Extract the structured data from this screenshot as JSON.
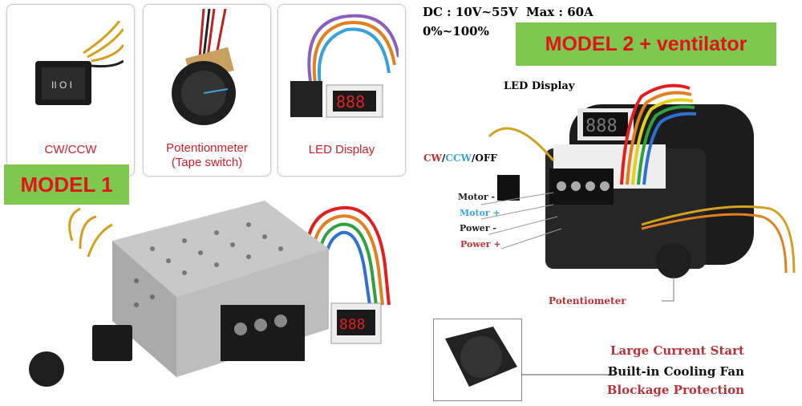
{
  "model1": {
    "title": "MODEL 1",
    "cards": [
      {
        "label": "CW/CCW"
      },
      {
        "label": "Potentionmeter",
        "sublabel": "(Tape switch)"
      },
      {
        "label": "LED Display"
      }
    ]
  },
  "model2": {
    "specs_line1": "DC : 10V~55V  Max : 60A",
    "specs_line2": "0%~100%",
    "title": "MODEL 2 + ventilator",
    "led_label": "LED Display",
    "switch_label": {
      "cw": "CW",
      "sep1": "/",
      "ccw": "CCW",
      "sep2": "/",
      "off": "OFF"
    },
    "terminals": [
      "Motor -",
      "Motor +",
      "Power -",
      "Power +"
    ],
    "potentiometer_label": "Potentiometer",
    "features": [
      "Large Current Start",
      "Built-in Cooling Fan",
      "Blockage Protection"
    ]
  },
  "colors": {
    "green": "#7ec850",
    "red": "#e0141c",
    "label_red": "#b8323a",
    "blue": "#3aa6d8"
  }
}
